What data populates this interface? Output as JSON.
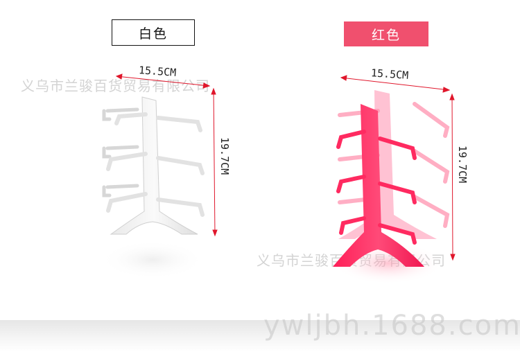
{
  "labels": {
    "white": "白色",
    "red": "红色"
  },
  "dimensions": {
    "width": "15.5CM",
    "height": "19.7CM"
  },
  "watermarks": {
    "company": "义乌市兰骏百货贸易有限公司",
    "site": "ywljbh.1688.com"
  },
  "colors": {
    "white_stand": "#f4f4f4",
    "red_stand": "#ff2f63",
    "red_label": "#f0506e",
    "dimension_line": "#e0162b"
  }
}
